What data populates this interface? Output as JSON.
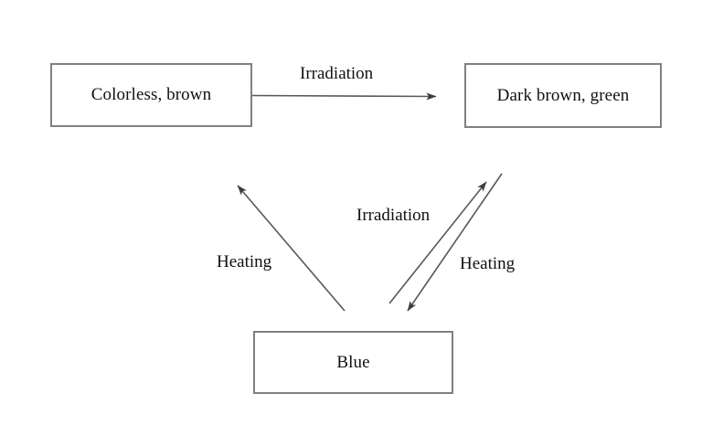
{
  "diagram": {
    "type": "state-transition-diagram",
    "background_color": "#ffffff",
    "box_border_color": "#808080",
    "line_color": "#58585a",
    "text_color": "#101010",
    "nodes": [
      {
        "id": "colorless-brown",
        "label": "Colorless, brown"
      },
      {
        "id": "dark-brown-green",
        "label": "Dark brown, green"
      },
      {
        "id": "blue",
        "label": "Blue"
      }
    ],
    "edges": [
      {
        "id": "colorless-to-dark",
        "label": "Irradiation",
        "from": "colorless-brown",
        "to": "dark-brown-green",
        "direction": "right"
      },
      {
        "id": "blue-to-colorless",
        "label": "Heating",
        "from": "blue",
        "to": "colorless-brown",
        "direction": "up-left"
      },
      {
        "id": "blue-to-dark",
        "label": "Irradiation",
        "from": "blue",
        "to": "dark-brown-green",
        "direction": "up-right"
      },
      {
        "id": "dark-to-blue",
        "label": "Heating",
        "from": "dark-brown-green",
        "to": "blue",
        "direction": "down-left"
      }
    ]
  }
}
